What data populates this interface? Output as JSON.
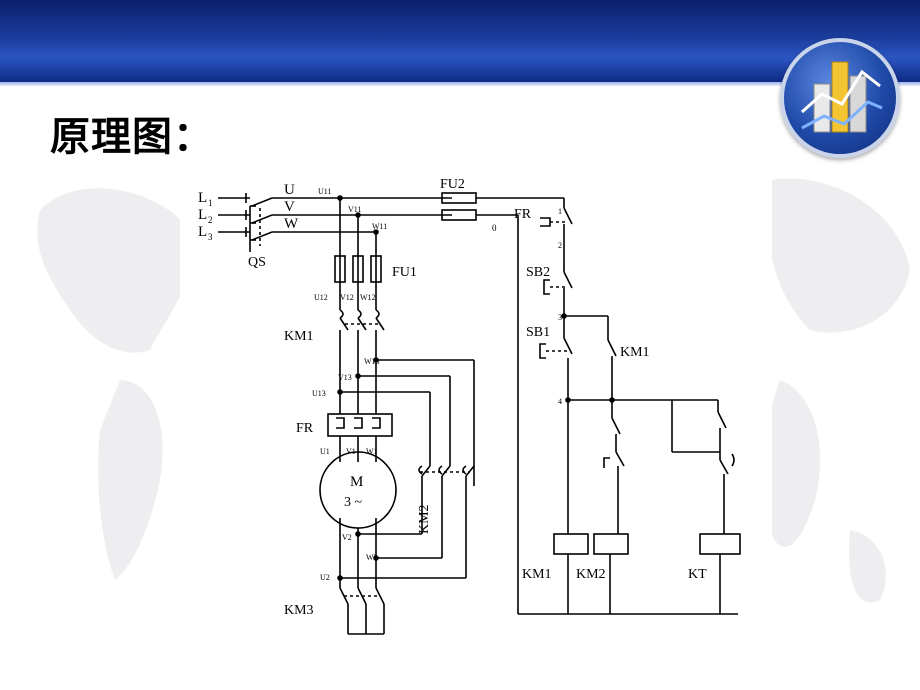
{
  "slide": {
    "title": "原理图："
  },
  "colors": {
    "header_dark": "#0b1f6b",
    "header_light": "#2a55c2",
    "line": "#000000"
  },
  "diagram": {
    "phases": {
      "l1": "L",
      "l1_sub": "1",
      "l2": "L",
      "l2_sub": "2",
      "l3": "L",
      "l3_sub": "3",
      "u": "U",
      "v": "V",
      "w": "W"
    },
    "switch": "QS",
    "nodes": {
      "u11": "U11",
      "v11": "V11",
      "w11": "W11",
      "u12": "U12",
      "v12": "V12",
      "w12": "W12",
      "u13": "U13",
      "v13": "V13",
      "w13": "W13",
      "u1": "U1",
      "v1": "V1",
      "w1": "W1",
      "v2": "V2",
      "w2": "W2",
      "u2": "U2",
      "n0": "0",
      "n1": "1",
      "n2": "2",
      "n3": "3",
      "n4": "4"
    },
    "components": {
      "fu1": "FU1",
      "fu2": "FU2",
      "km1": "KM1",
      "km2": "KM2",
      "km3": "KM3",
      "fr": "FR",
      "motor_m": "M",
      "motor_phase": "3 ~"
    },
    "control": {
      "fr": "FR",
      "sb2": "SB2",
      "sb1": "SB1",
      "km1_aux": "KM1",
      "coil_km1": "KM1",
      "coil_km2": "KM2",
      "coil_kt": "KT"
    }
  }
}
